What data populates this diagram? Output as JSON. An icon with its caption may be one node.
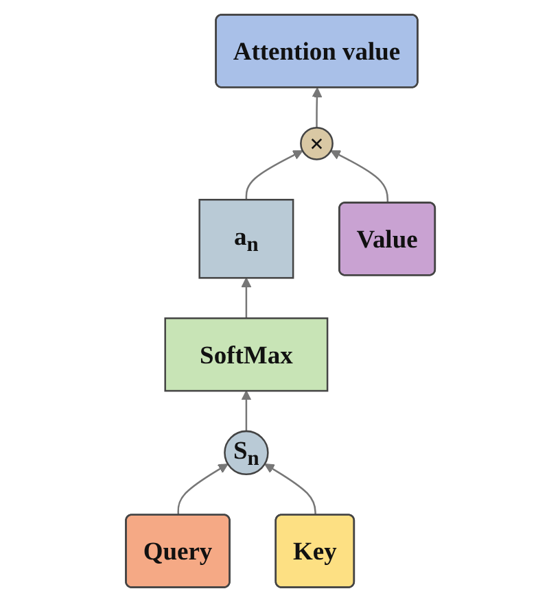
{
  "diagram": {
    "nodes": [
      {
        "text": [
          "Attention value"
        ]
      },
      {
        "text": [
          "×"
        ]
      },
      {
        "text": [
          "a$_{n}$"
        ]
      },
      {
        "text": [
          "SoftMax"
        ]
      },
      {
        "text": [
          "S$_{n}$"
        ]
      },
      {
        "text": [
          "Query"
        ]
      },
      {
        "text": [
          "Key"
        ]
      },
      {
        "text": [
          "Value"
        ]
      }
    ],
    "edges": [
      {
        "from": 1,
        "to": 0,
        "arrow": "to"
      },
      {
        "from": 2,
        "to": 1,
        "arrow": "to"
      },
      {
        "from": 7,
        "to": 1,
        "arrow": "to"
      },
      {
        "from": 3,
        "to": 2,
        "arrow": "to"
      },
      {
        "from": 4,
        "to": 3,
        "arrow": "to"
      },
      {
        "from": 5,
        "to": 4,
        "arrow": "to"
      },
      {
        "from": 6,
        "to": 4,
        "arrow": "to"
      }
    ]
  }
}
